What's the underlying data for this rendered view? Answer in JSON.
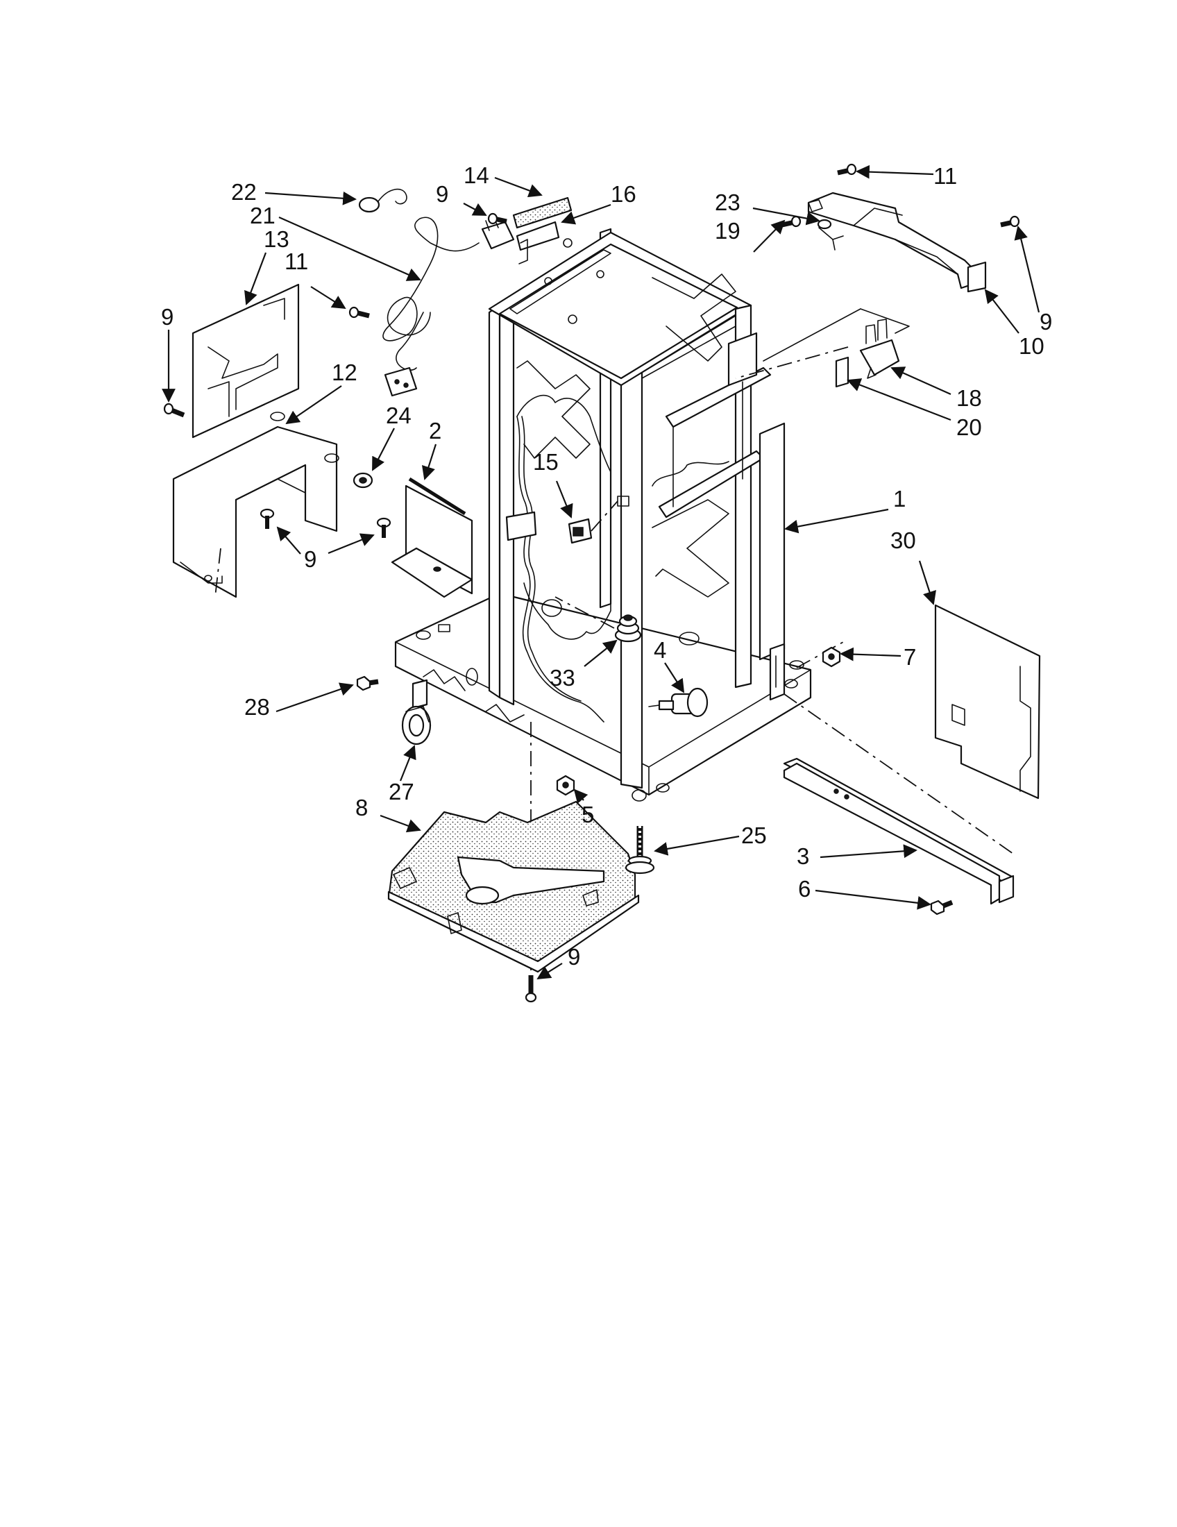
{
  "callouts": [
    {
      "id": "c22",
      "text": "22"
    },
    {
      "id": "c21",
      "text": "21"
    },
    {
      "id": "c13",
      "text": "13"
    },
    {
      "id": "c11a",
      "text": "11"
    },
    {
      "id": "c9a",
      "text": "9"
    },
    {
      "id": "c12",
      "text": "12"
    },
    {
      "id": "c24",
      "text": "24"
    },
    {
      "id": "c2",
      "text": "2"
    },
    {
      "id": "c9b",
      "text": "9"
    },
    {
      "id": "c14",
      "text": "14"
    },
    {
      "id": "c9c",
      "text": "9"
    },
    {
      "id": "c16",
      "text": "16"
    },
    {
      "id": "c15",
      "text": "15"
    },
    {
      "id": "c23",
      "text": "23"
    },
    {
      "id": "c19",
      "text": "19"
    },
    {
      "id": "c11b",
      "text": "11"
    },
    {
      "id": "c9d",
      "text": "9"
    },
    {
      "id": "c10",
      "text": "10"
    },
    {
      "id": "c18",
      "text": "18"
    },
    {
      "id": "c20",
      "text": "20"
    },
    {
      "id": "c1",
      "text": "1"
    },
    {
      "id": "c30",
      "text": "30"
    },
    {
      "id": "c7",
      "text": "7"
    },
    {
      "id": "c4",
      "text": "4"
    },
    {
      "id": "c33",
      "text": "33"
    },
    {
      "id": "c28",
      "text": "28"
    },
    {
      "id": "c27",
      "text": "27"
    },
    {
      "id": "c5",
      "text": "5"
    },
    {
      "id": "c8",
      "text": "8"
    },
    {
      "id": "c25",
      "text": "25"
    },
    {
      "id": "c3",
      "text": "3"
    },
    {
      "id": "c6",
      "text": "6"
    },
    {
      "id": "c9e",
      "text": "9"
    }
  ]
}
